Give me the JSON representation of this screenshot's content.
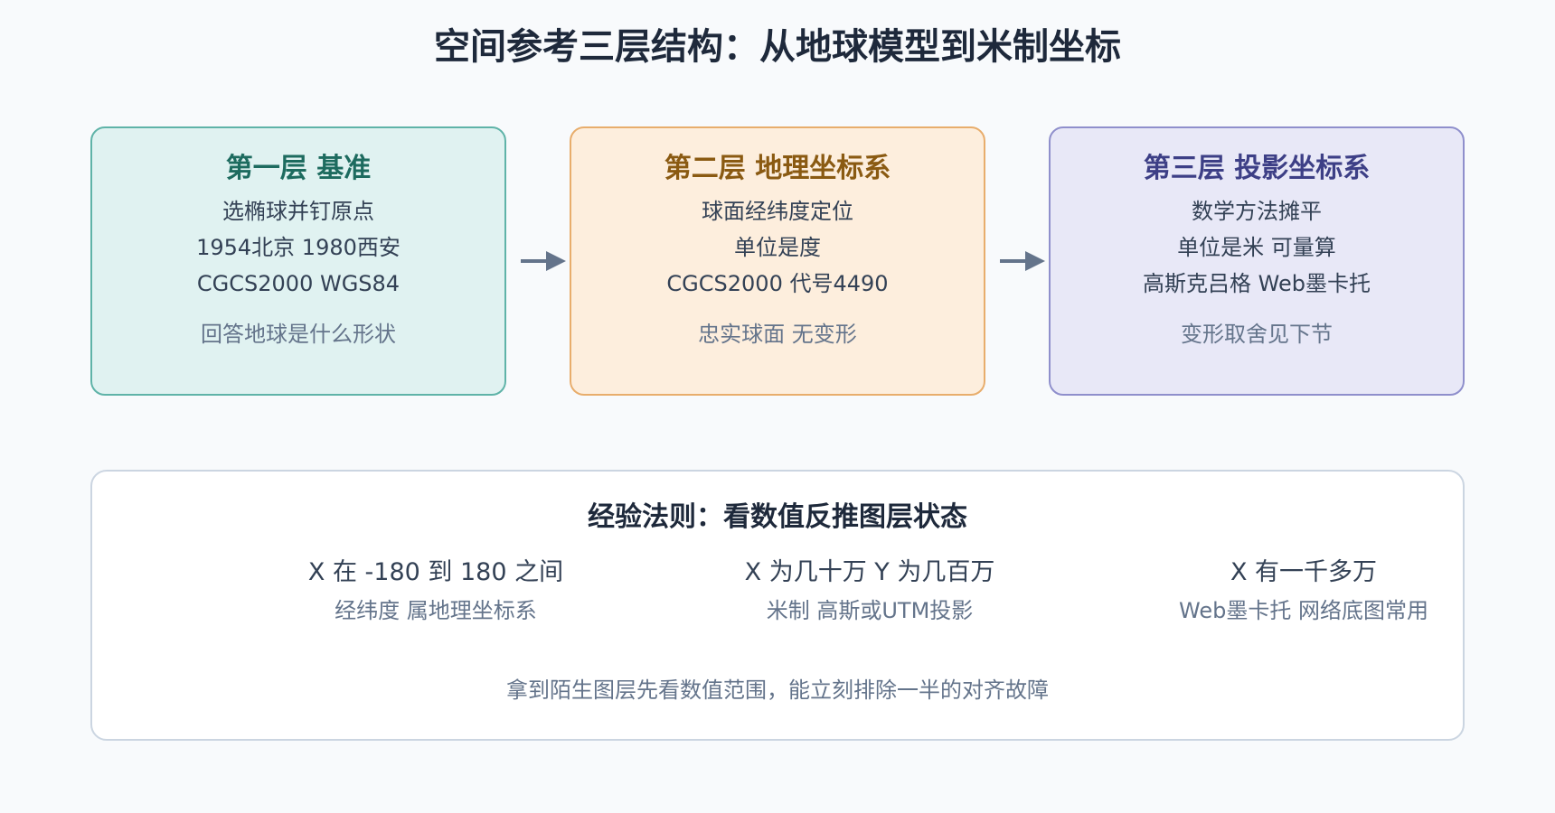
{
  "title": "空间参考三层结构：从地球模型到米制坐标",
  "layers": [
    {
      "title": "第一层 基准",
      "lines": [
        "选椭球并钉原点",
        "1954北京 1980西安",
        "CGCS2000 WGS84"
      ],
      "note": "回答地球是什么形状"
    },
    {
      "title": "第二层 地理坐标系",
      "lines": [
        "球面经纬度定位",
        "单位是度",
        "CGCS2000 代号4490"
      ],
      "note": "忠实球面 无变形"
    },
    {
      "title": "第三层 投影坐标系",
      "lines": [
        "数学方法摊平",
        "单位是米 可量算",
        "高斯克吕格 Web墨卡托"
      ],
      "note": "变形取舍见下节"
    }
  ],
  "rules": {
    "title": "经验法则：看数值反推图层状态",
    "items": [
      {
        "value": "X 在 -180 到 180 之间",
        "desc": "经纬度 属地理坐标系"
      },
      {
        "value": "X 为几十万 Y 为几百万",
        "desc": "米制 高斯或UTM投影"
      },
      {
        "value": "X 有一千多万",
        "desc": "Web墨卡托 网络底图常用"
      }
    ],
    "footnote": "拿到陌生图层先看数值范围，能立刻排除一半的对齐故障"
  },
  "colors": {
    "arrow": "#64748b",
    "layer1_border": "#5fb3a8",
    "layer2_border": "#e8ad6c",
    "layer3_border": "#8f8fcc"
  }
}
